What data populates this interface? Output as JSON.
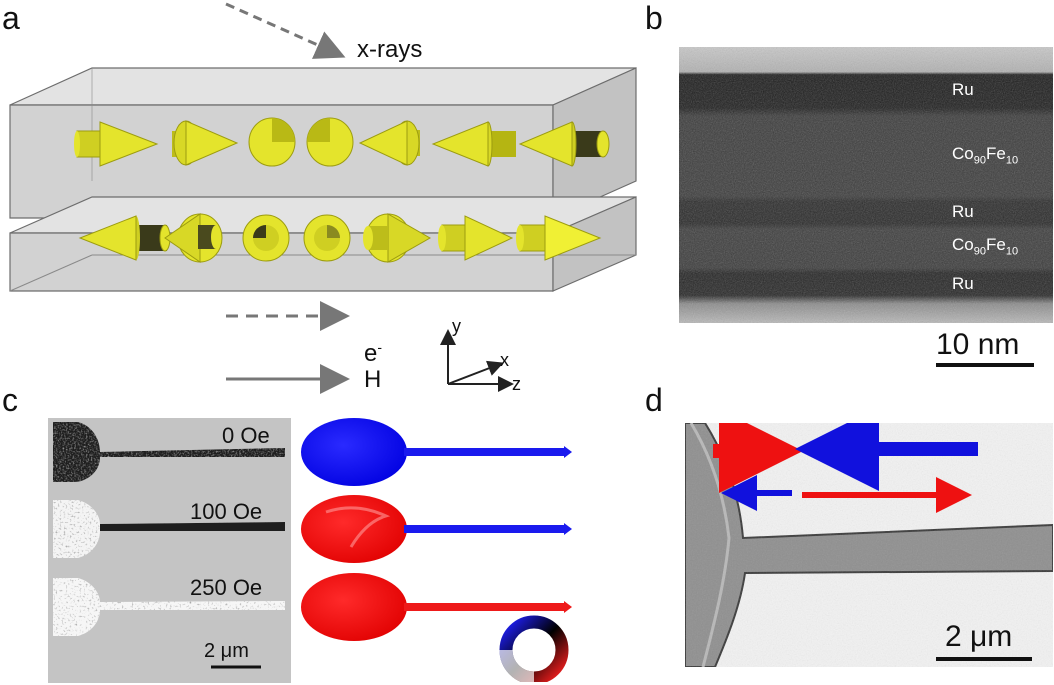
{
  "panels": {
    "a": {
      "label": "a",
      "xray_label": "x-rays",
      "electron_label": "e",
      "electron_sup": "-",
      "field_label": "H",
      "axes": {
        "y": "y",
        "x": "x",
        "z": "z"
      },
      "colors": {
        "cone": "#e4e42c",
        "cone_dark": "#a9a915",
        "slab": "#cfcfcf",
        "arrow": "#777777"
      }
    },
    "b": {
      "label": "b",
      "layers": [
        {
          "base": "Ru",
          "sub": "",
          "base2": "",
          "sub2": ""
        },
        {
          "base": "Co",
          "sub": "90",
          "base2": "Fe",
          "sub2": "10"
        },
        {
          "base": "Ru",
          "sub": "",
          "base2": "",
          "sub2": ""
        },
        {
          "base": "Co",
          "sub": "90",
          "base2": "Fe",
          "sub2": "10"
        },
        {
          "base": "Ru",
          "sub": "",
          "base2": "",
          "sub2": ""
        }
      ],
      "scale_bar": "10 nm"
    },
    "c": {
      "label": "c",
      "fields": [
        "0 Oe",
        "100 Oe",
        "250 Oe"
      ],
      "scale_bar": "2 μm",
      "colors": {
        "blue": "#1414f0",
        "red": "#f01818"
      }
    },
    "d": {
      "label": "d",
      "scale_bar": "2 μm",
      "colors": {
        "red": "#ee1111",
        "blue": "#1111dd"
      }
    }
  }
}
